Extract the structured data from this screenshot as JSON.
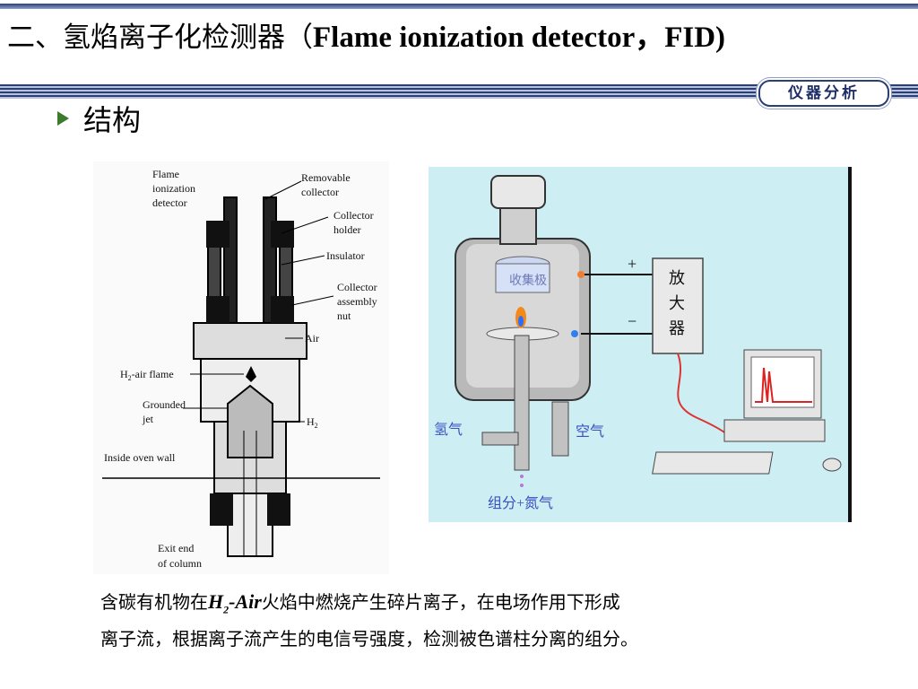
{
  "header": {
    "title_cn": "二、氢焰离子化检测器（",
    "title_en": "Flame ionization detector，FID)",
    "course_badge": "仪器分析"
  },
  "bullet": {
    "text": "结构"
  },
  "left_figure": {
    "labels": {
      "flame_detector": [
        "Flame",
        "ionization",
        "detector"
      ],
      "removable_collector": [
        "Removable",
        "collector"
      ],
      "collector_holder": [
        "Collector",
        "holder"
      ],
      "insulator": "Insulator",
      "collector_nut": [
        "Collector",
        "assembly",
        "nut"
      ],
      "air": "Air",
      "h2_flame_pre": "H",
      "h2_flame_sub": "2",
      "h2_flame_post": "-air flame",
      "grounded_jet": [
        "Grounded",
        "jet"
      ],
      "h2_pre": "H",
      "h2_sub": "2",
      "oven_wall": "Inside oven wall",
      "exit": [
        "Exit end",
        "of column"
      ]
    }
  },
  "right_figure": {
    "collector_plate": "收集极",
    "amplifier": [
      "放",
      "大",
      "器"
    ],
    "plus": "+",
    "minus": "−",
    "hydrogen": "氢气",
    "air": "空气",
    "sample_gas": "组分+氮气"
  },
  "caption": {
    "line1_pre": "含碳有机物在",
    "h2": "H",
    "sub": "2",
    "air": "-Air",
    "line1_post": "火焰中燃烧产生碎片离子，在电场作用下形成",
    "line2": "离子流，根据离子流产生的电信号强度，检测被色谱柱分离的组分。"
  },
  "colors": {
    "rule_dark": "#2b3f73",
    "rule_light": "#9aa8cc",
    "bullet": "#3c7a2c",
    "diagram_bg": "#cdeff3"
  }
}
